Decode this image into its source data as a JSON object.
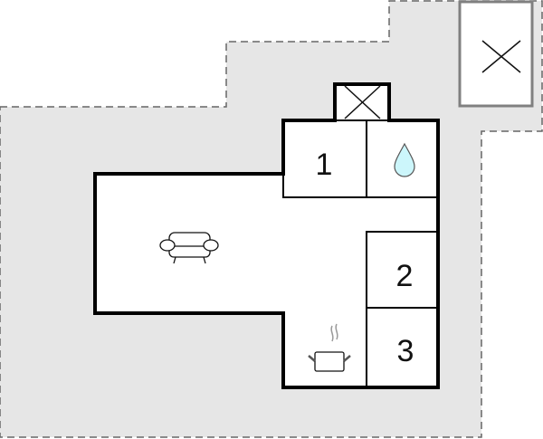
{
  "floorplan": {
    "rooms": [
      {
        "label": "1"
      },
      {
        "label": "2"
      },
      {
        "label": "3"
      }
    ],
    "icons": [
      "sofa-icon",
      "water-drop-icon",
      "cooking-pot-icon",
      "chimney-cross-icon",
      "outbuilding-cross-icon"
    ],
    "colors": {
      "plot": "#e6e6e6",
      "walls": "#000000",
      "water": "#ccf6fb",
      "outbuilding": "#808080"
    }
  }
}
